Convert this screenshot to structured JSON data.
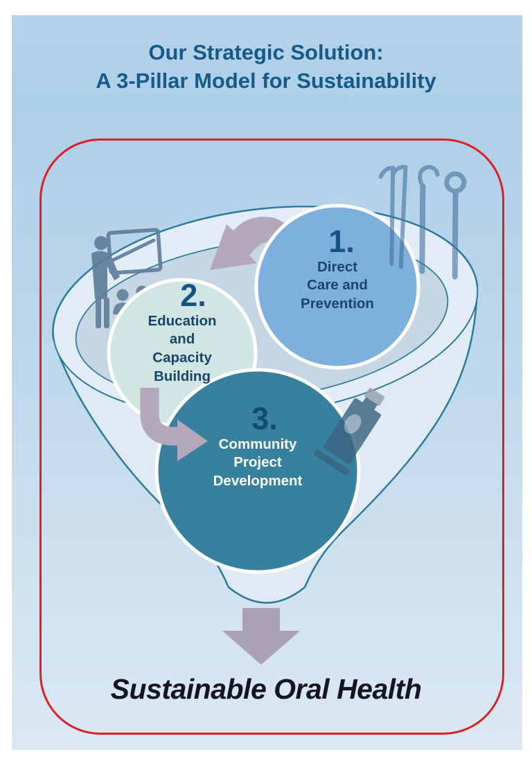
{
  "header": {
    "title_line1": "Our Strategic Solution:",
    "title_line2": "A 3-Pillar Model for Sustainability"
  },
  "funnel": {
    "pillars": [
      {
        "number": "1.",
        "lines": [
          "Direct",
          "Care and",
          "Prevention"
        ],
        "fill": "#7db0dc",
        "icon": "dental-tools-icon"
      },
      {
        "number": "2.",
        "lines": [
          "Education",
          "and",
          "Capacity",
          "Building"
        ],
        "fill": "#cfe6e2",
        "icon": "teacher-presentation-icon"
      },
      {
        "number": "3.",
        "lines": [
          "Community",
          "Project",
          "Development"
        ],
        "fill": "#37809e",
        "icon": "toothpaste-tube-icon"
      }
    ]
  },
  "outcome": {
    "label": "Sustainable Oral Health"
  },
  "icons": {
    "pillar1": "dental-tools-icon",
    "pillar2": "teacher-presentation-icon",
    "pillar2_audience": "audience-icon",
    "pillar3": "toothpaste-tube-icon",
    "arrow_1_to_2": "curved-arrow-icon",
    "arrow_2_to_3": "bent-arrow-icon",
    "outcome_arrow": "down-arrow-icon"
  },
  "colors": {
    "frame_red": "#da2128",
    "funnel_stroke": "#2b7a9c",
    "funnel_fill": "#dfeaf5",
    "funnel_inner_fill": "#c6d6e5",
    "title_text": "#175a87",
    "pillar_text_dark": "#1a4568",
    "pillar_text_light": "#ffffff",
    "arrow_mauve": "#b4a8bc",
    "down_arrow": "#a9a1b5",
    "icon_blue_gray": "#5d7c99",
    "background_top": "#aecfe8",
    "background_bottom": "#dae8f3"
  }
}
